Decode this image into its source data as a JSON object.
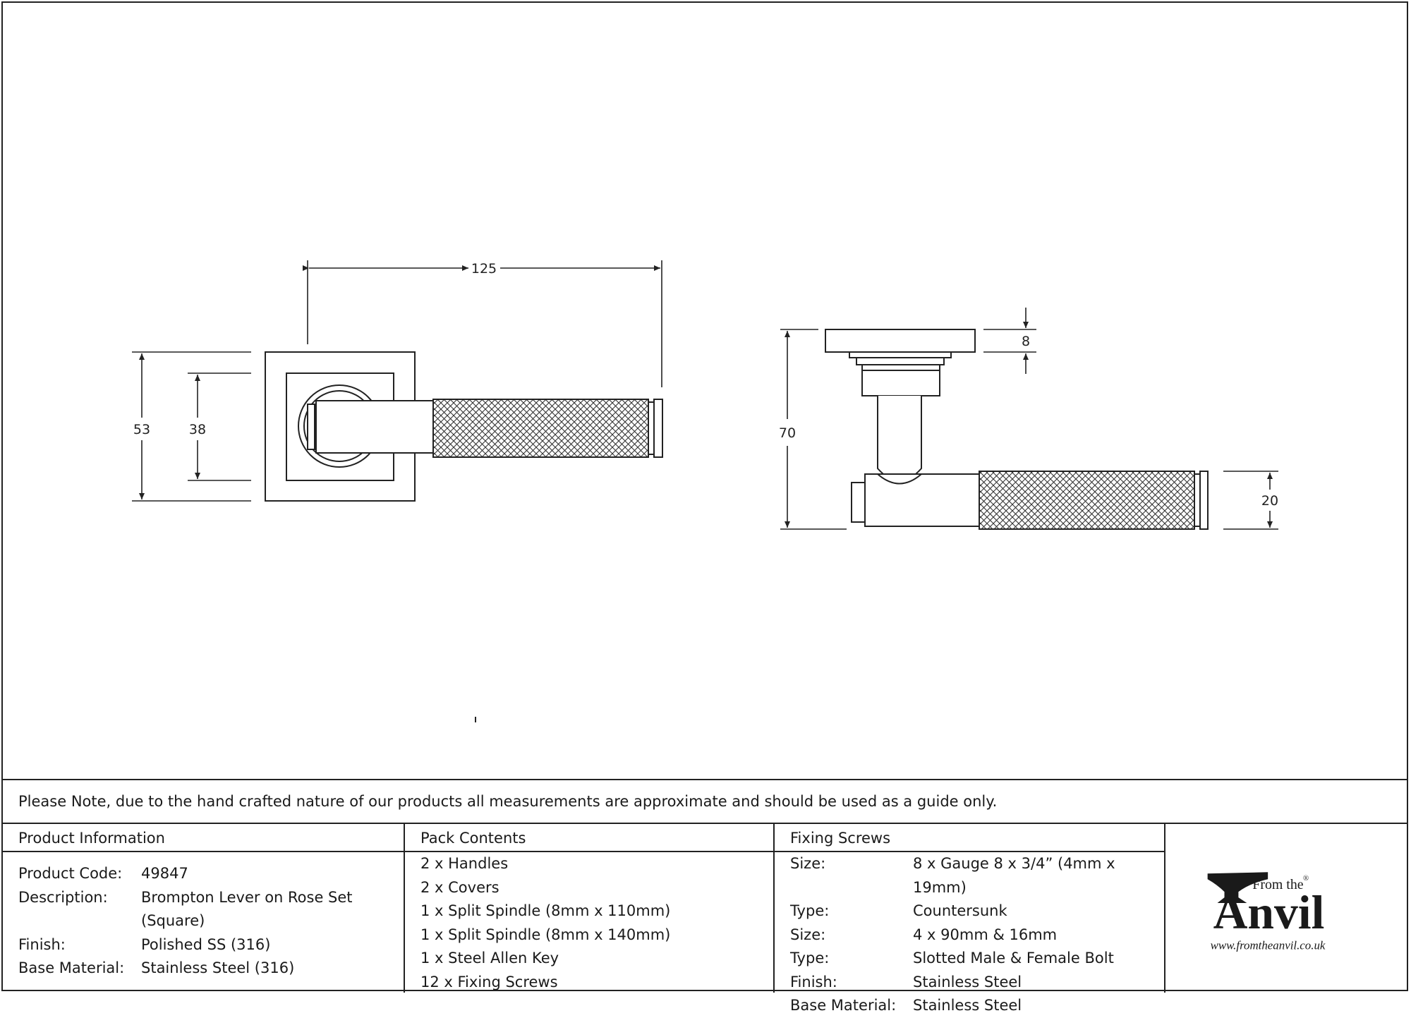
{
  "dimensions": {
    "front_width": "125",
    "rose_outer": "53",
    "rose_inner": "38",
    "side_rose_thickness": "8",
    "side_projection": "70",
    "lever_diameter": "20"
  },
  "note": "Please Note, due to the hand crafted nature of our products all measurements are approximate and should be used as a guide only.",
  "product_information": {
    "heading": "Product Information",
    "rows": [
      {
        "label": "Product Code:",
        "value": "49847"
      },
      {
        "label": "Description:",
        "value": "Brompton Lever on Rose Set"
      },
      {
        "label": "",
        "value": "(Square)"
      },
      {
        "label": "Finish:",
        "value": "Polished SS (316)"
      },
      {
        "label": "Base Material:",
        "value": "Stainless Steel (316)"
      }
    ]
  },
  "pack_contents": {
    "heading": "Pack Contents",
    "items": [
      "2 x Handles",
      "2 x Covers",
      "1 x Split Spindle (8mm x 110mm)",
      "1 x Split Spindle (8mm x 140mm)",
      "1 x Steel Allen Key",
      "12 x Fixing Screws"
    ]
  },
  "fixing_screws": {
    "heading": "Fixing Screws",
    "rows": [
      {
        "label": "Size:",
        "value": "8 x Gauge 8 x 3/4” (4mm x 19mm)"
      },
      {
        "label": "Type:",
        "value": "Countersunk"
      },
      {
        "label": "Size:",
        "value": "4 x 90mm & 16mm"
      },
      {
        "label": "Type:",
        "value": "Slotted Male & Female Bolt"
      },
      {
        "label": "Finish:",
        "value": "Stainless Steel"
      },
      {
        "label": "Base Material:",
        "value": "Stainless Steel"
      }
    ]
  },
  "logo": {
    "from_the": "From the",
    "brand": "Anvil",
    "registered": "®",
    "url": "www.fromtheanvil.co.uk"
  }
}
